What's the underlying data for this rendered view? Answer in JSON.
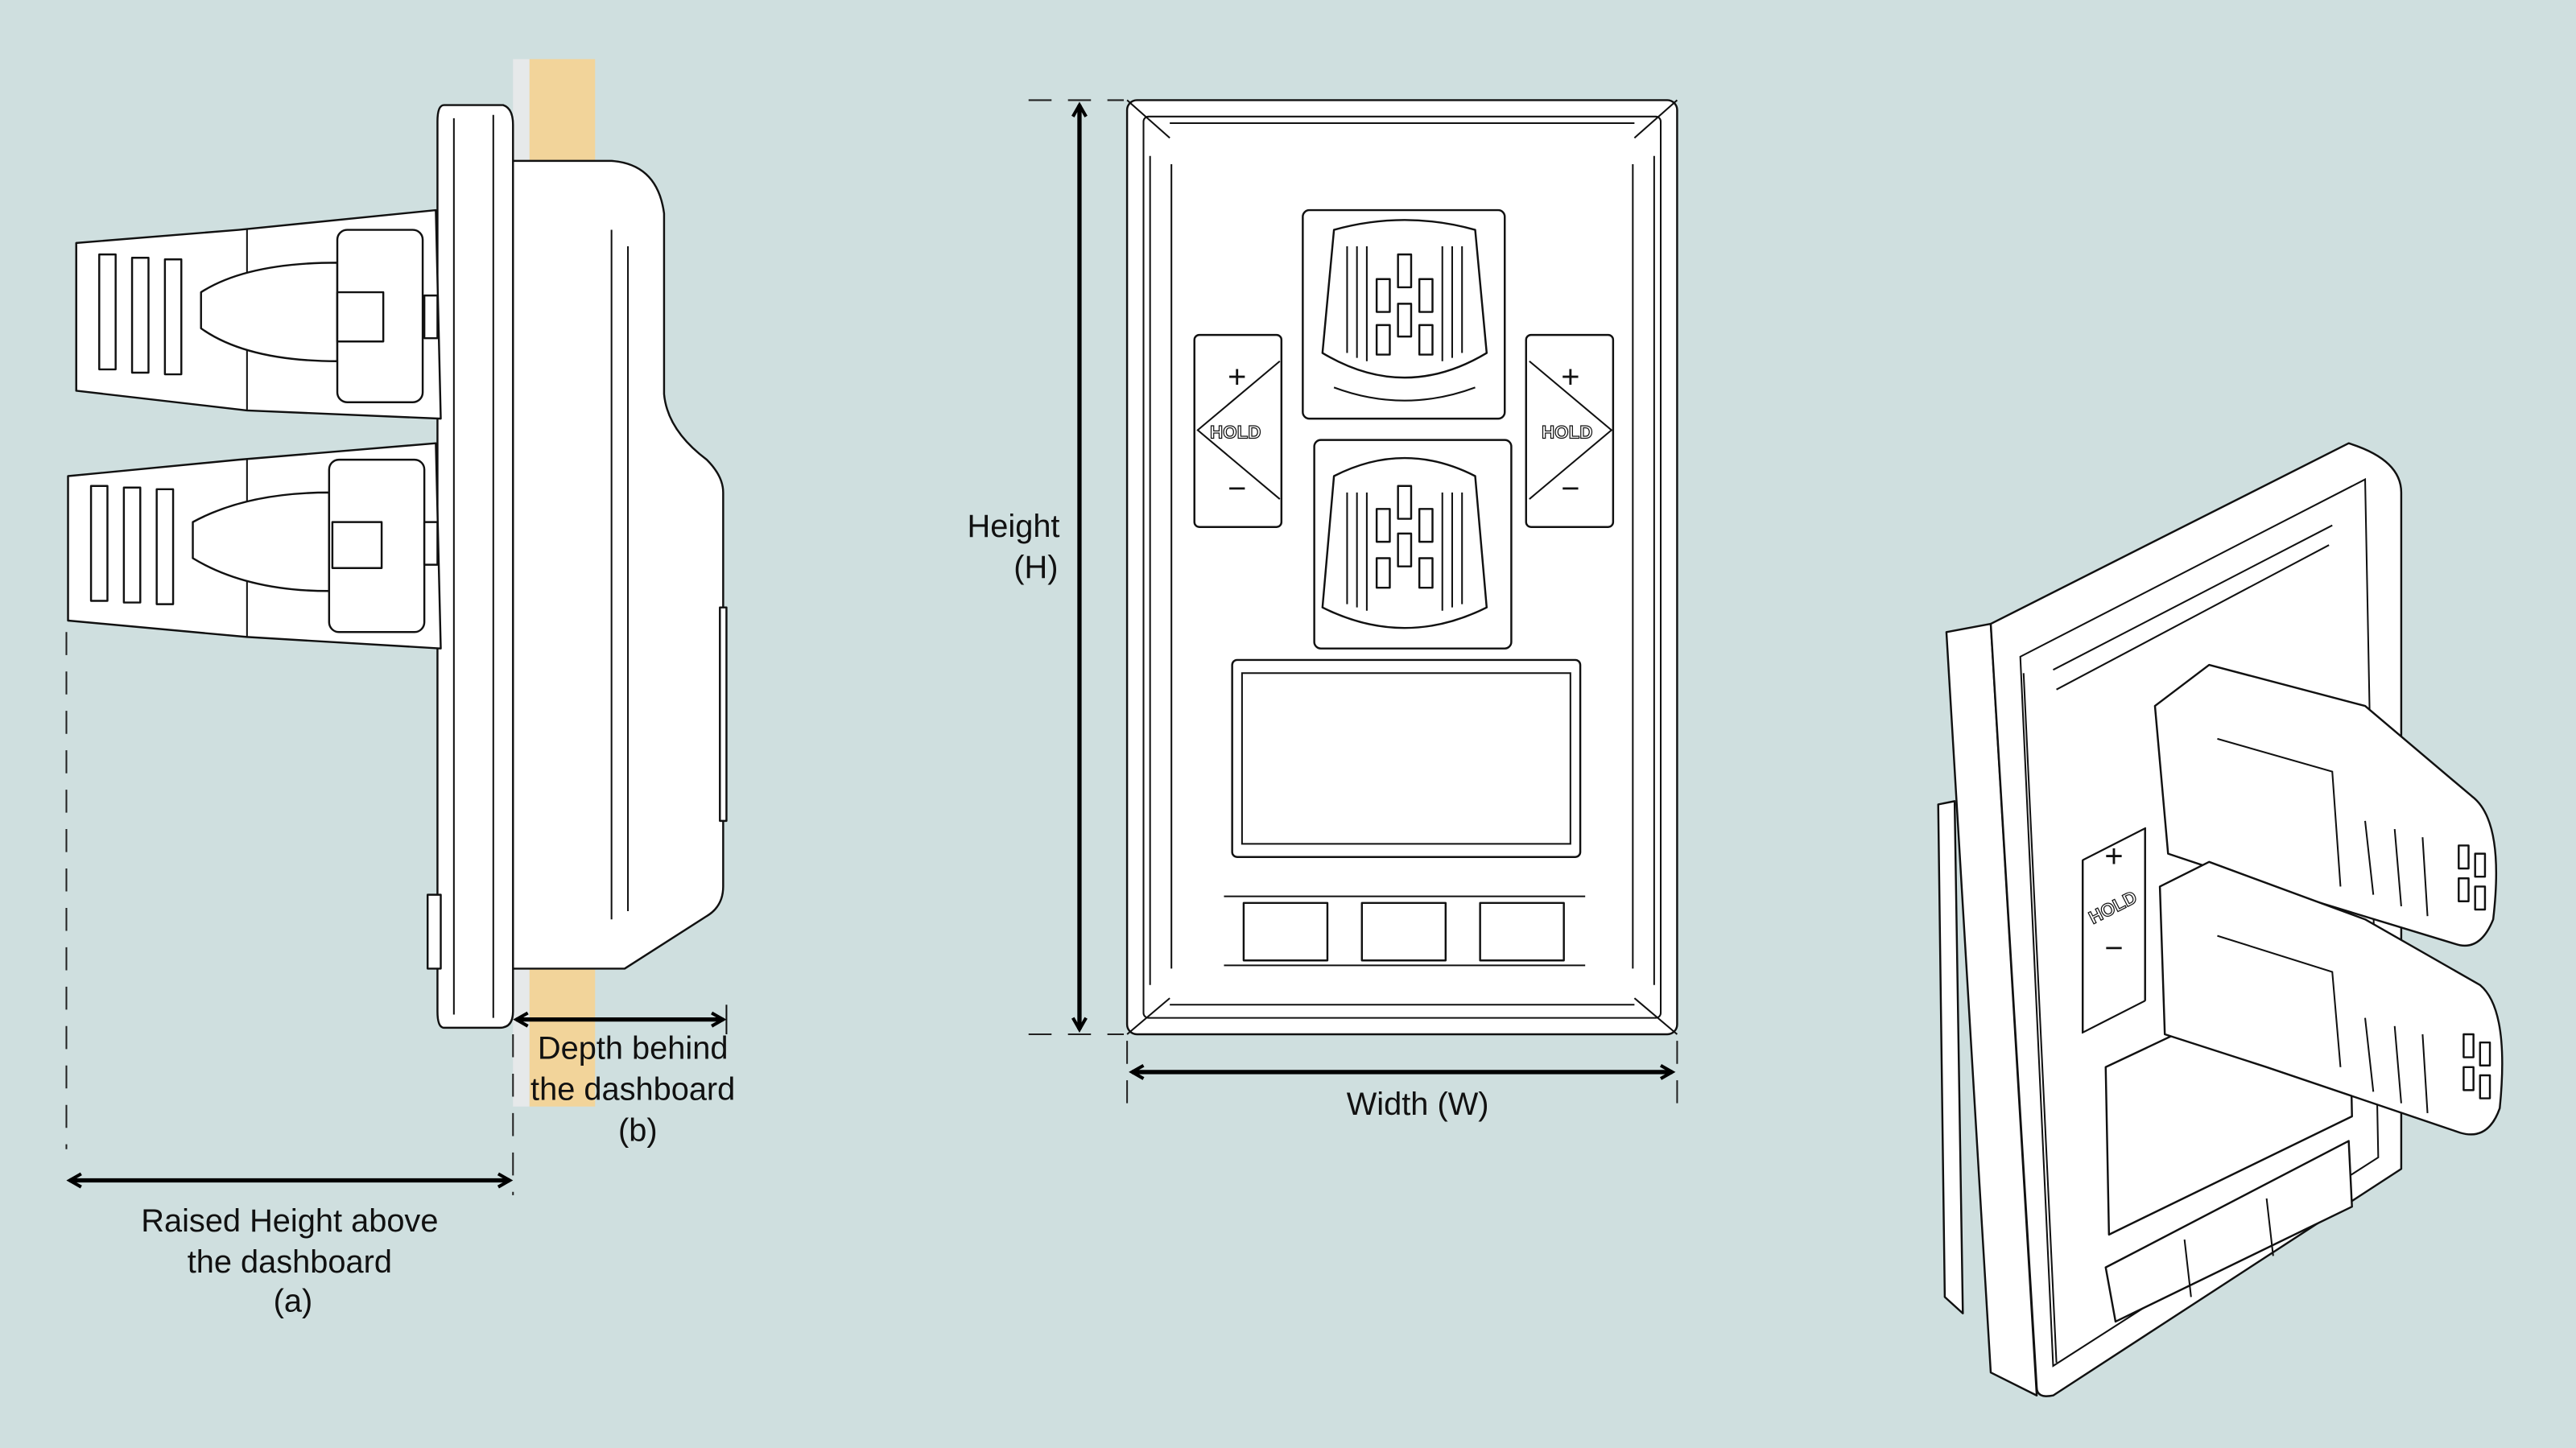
{
  "labels": {
    "raised_height": [
      "Raised Height above",
      "the dashboard",
      "(a)"
    ],
    "depth": [
      "Depth behind",
      "the dashboard",
      "(b)"
    ],
    "height": [
      "Height",
      "(H)"
    ],
    "width": "Width (W)"
  },
  "button_text": {
    "plus": "+",
    "hold": "HOLD",
    "minus": "−"
  },
  "colors": {
    "background": "#cfdfdf",
    "dashboard": "#f2d49a",
    "device": "#ffffff",
    "outline": "#111111"
  }
}
